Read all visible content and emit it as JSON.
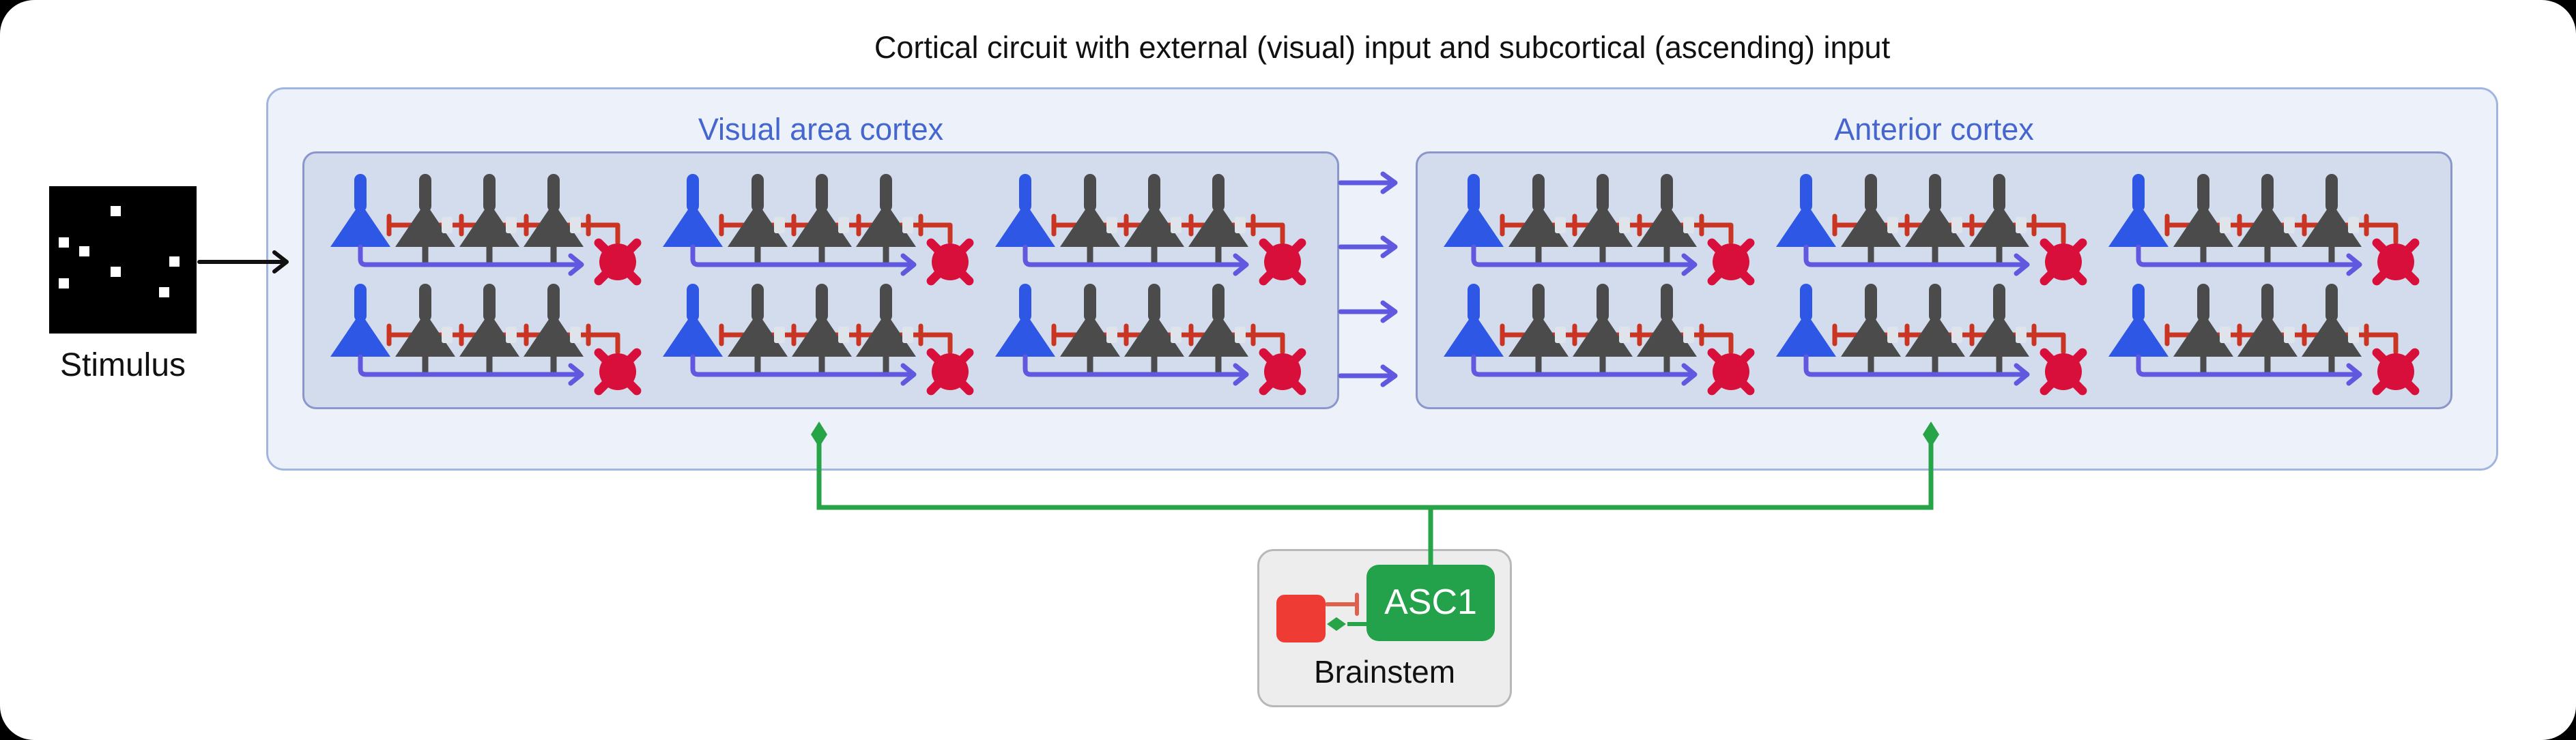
{
  "title": "Cortical circuit with external (visual) input and subcortical (ascending) input",
  "stimulus": {
    "label": "Stimulus",
    "dots": [
      [
        0.45,
        0.17
      ],
      [
        0.1,
        0.38
      ],
      [
        0.24,
        0.44
      ],
      [
        0.85,
        0.51
      ],
      [
        0.45,
        0.58
      ],
      [
        0.1,
        0.66
      ],
      [
        0.78,
        0.72
      ]
    ]
  },
  "cortex": {
    "visual": {
      "label": "Visual area cortex",
      "cluster_count": 6
    },
    "anterior": {
      "label": "Anterior cortex",
      "cluster_count": 6
    }
  },
  "cluster_composition": {
    "blue_input_pyramidal_neurons": 1,
    "gray_pyramidal_neurons": 3,
    "red_inhibitory_interneurons": 1
  },
  "connections": {
    "feedforward_arrow_count": 4,
    "ascending_targets": 2
  },
  "brainstem": {
    "label": "Brainstem",
    "nucleus_label": "ASC1"
  },
  "colors": {
    "page-bg": "#000000",
    "canvas": "#ffffff",
    "outer-fill": "#ecf1fa",
    "outer-border": "#a0b6e0",
    "inner-fill": "#d3dcec",
    "inner-border": "#8b96cb",
    "region-label": "#4565cf",
    "neuron-blue": "#2f57e5",
    "neuron-gray": "#4b4b4b",
    "axon-violet": "#6059e0",
    "inhib-red": "#c93522",
    "interneuron-red": "#d90f3b",
    "synapse-gray": "#dfe3ea",
    "ascending-green": "#27a348",
    "asc1-fill": "#23a24b",
    "asc1-text": "#ffffff",
    "brainstem-red": "#ee3b33",
    "brainstem-inhib": "#e0604e",
    "brainstem-fill": "#ededed",
    "brainstem-border": "#b8b8b8",
    "text": "#111111"
  }
}
